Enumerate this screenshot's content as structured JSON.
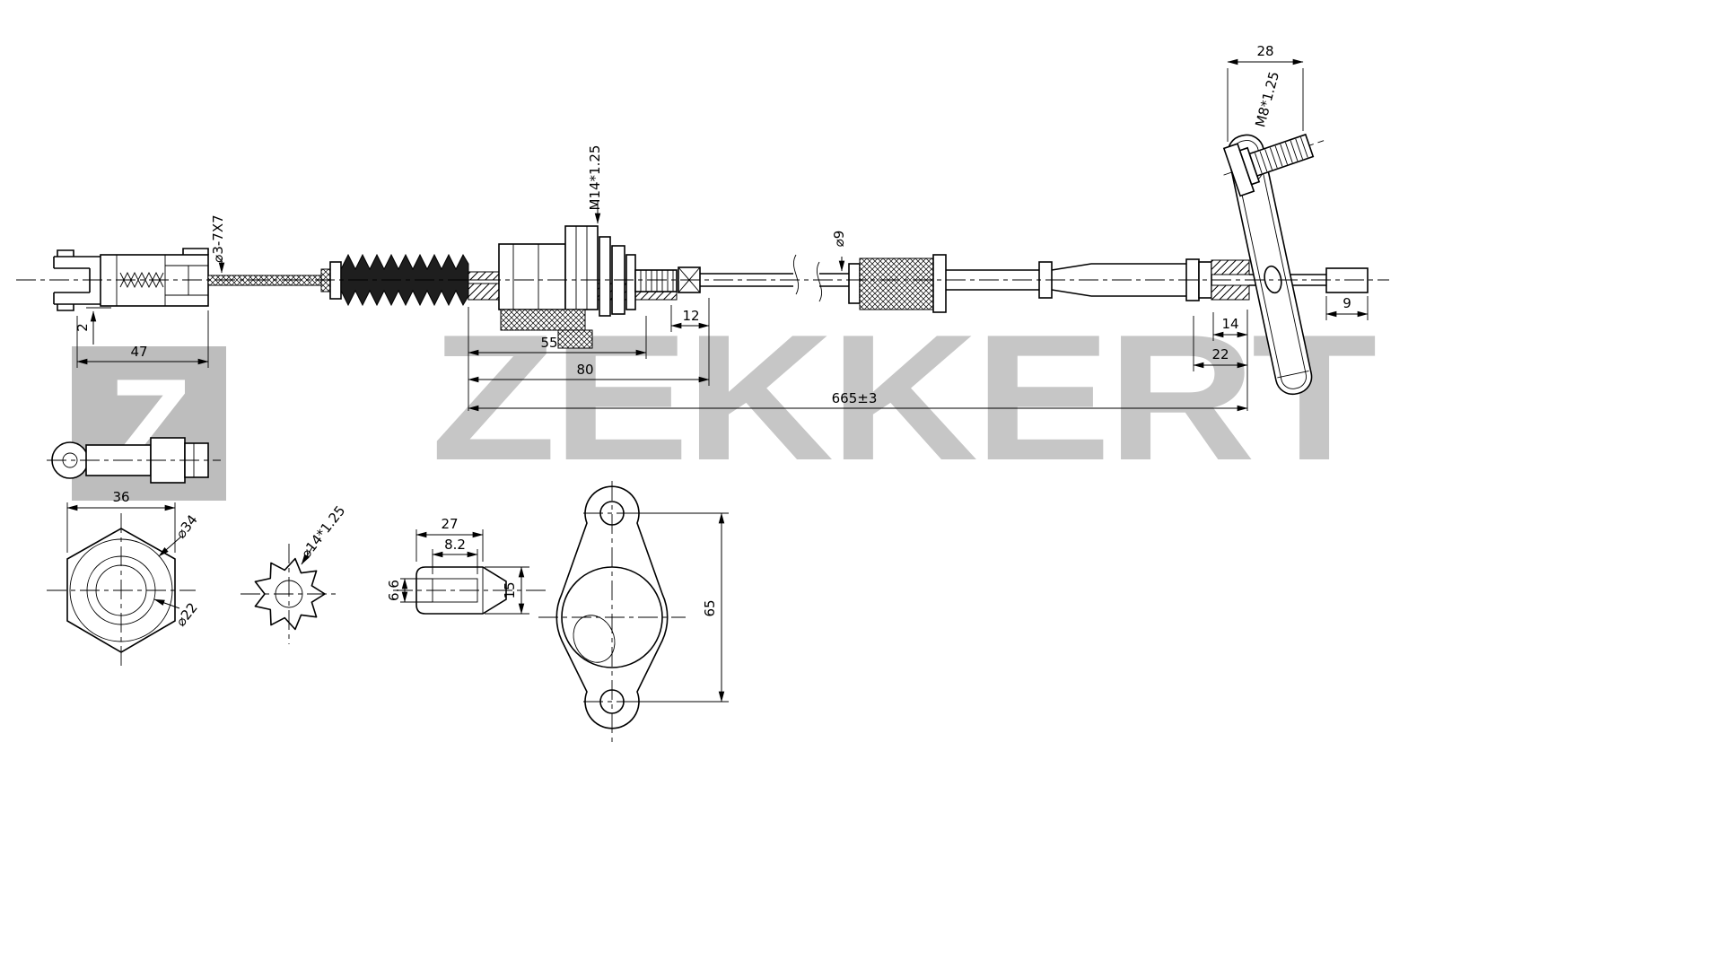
{
  "watermark": {
    "brand": "ZEKKERT",
    "logo_letter": "Z"
  },
  "labels": {
    "dim_2": "2",
    "dim_47": "47",
    "cable_spec": "⌀3-7X7",
    "dim_55": "55",
    "dim_80": "80",
    "dim_12": "12",
    "dim_665": "665±3",
    "thread_m14": "M14*1.25",
    "dia_9": "⌀9",
    "dim_28": "28",
    "thread_m8": "M8*1.25",
    "dim_14": "14",
    "dim_22": "22",
    "dim_9": "9",
    "dim_36": "36",
    "dia_34": "⌀34",
    "dia_22": "⌀22",
    "washer_thread": "⌀14*1.25",
    "dim_27": "27",
    "dim_8_2": "8.2",
    "dim_6_6": "6.6",
    "dim_15": "15",
    "dim_65": "65"
  }
}
